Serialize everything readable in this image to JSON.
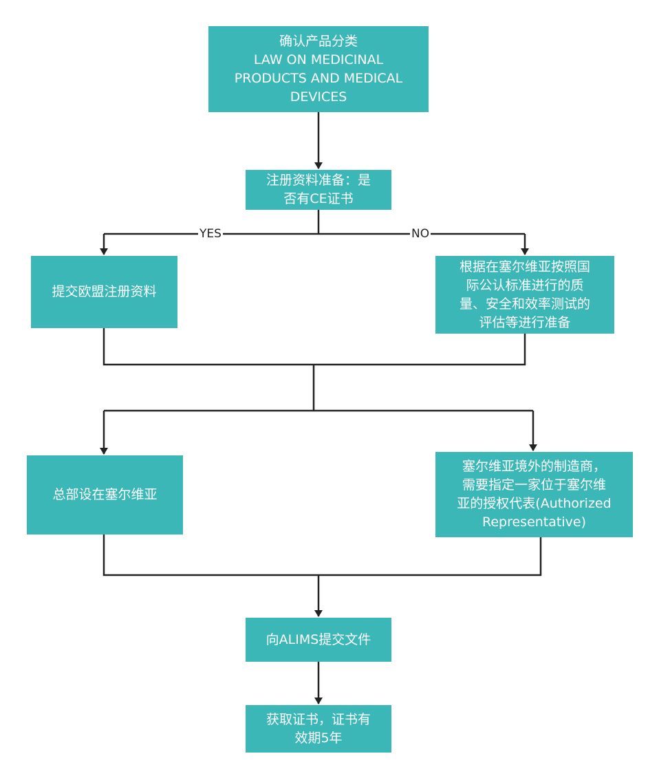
{
  "nodes": {
    "classify": [
      "确认产品分类",
      "LAW ON MEDICINAL",
      "PRODUCTS AND MEDICAL",
      "DEVICES"
    ],
    "prepare": [
      "注册资料准备：是",
      "否有CE证书"
    ],
    "eu_docs": [
      "提交欧盟注册资料"
    ],
    "local_eval": [
      "根据在塞尔维亚按照国",
      "际公认标准进行的质",
      "量、安全和效率测试的",
      "评估等进行准备"
    ],
    "hq_serbia": [
      "总部设在塞尔维亚"
    ],
    "foreign_mfr": [
      "塞尔维亚境外的制造商，",
      "需要指定一家位于塞尔维",
      "亚的授权代表(Authorized",
      "Representative)"
    ],
    "submit": [
      "向ALIMS提交文件"
    ],
    "certificate": [
      "获取证书，证书有",
      "效期5年"
    ]
  },
  "edge_labels": {
    "yes": "YES",
    "no": "NO"
  },
  "colors": {
    "node_fill": "#3ab7b6",
    "node_text": "#ffffff",
    "connector": "#222222"
  }
}
